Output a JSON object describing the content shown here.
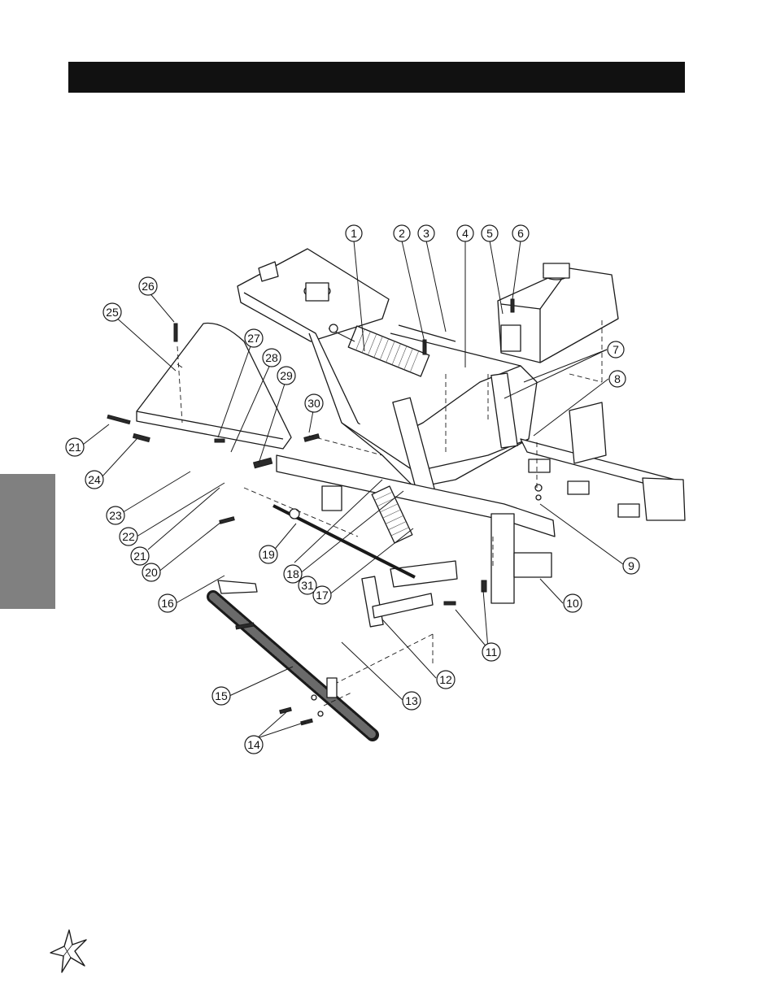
{
  "page": {
    "header_color": "#111111",
    "side_tab_color": "#808080"
  },
  "diagram": {
    "icon": "exploded-parts-diagram",
    "callouts": [
      "1",
      "2",
      "3",
      "4",
      "5",
      "6",
      "7",
      "8",
      "9",
      "10",
      "11",
      "12",
      "13",
      "14",
      "15",
      "16",
      "17",
      "18",
      "19",
      "20",
      "21",
      "22",
      "23",
      "24",
      "25",
      "26",
      "27",
      "28",
      "29",
      "30",
      "31",
      "21"
    ]
  },
  "logo": {
    "icon": "star-burst-logo"
  }
}
